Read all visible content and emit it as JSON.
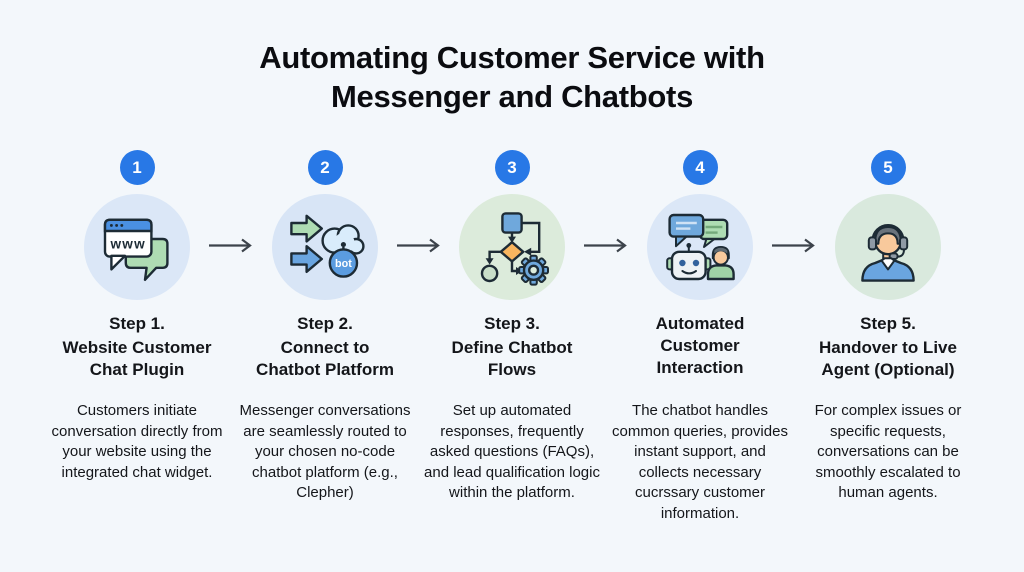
{
  "title": "Automating Customer Service with Messenger and Chatbots",
  "colors": {
    "background": "#f3f7fb",
    "badge": "#2878e6",
    "badge_text": "#ffffff",
    "arrow": "#3c434b",
    "heading_text": "#0b0c10",
    "body_text": "#14161a",
    "icon_outline": "#1d2b35",
    "icon_blue": "#4a90e2",
    "icon_green": "#aedcb3"
  },
  "steps": [
    {
      "number": "1",
      "step_label": "Step 1.",
      "step_name": "Website Customer Chat Plugin",
      "description": "Customers initiate conversation directly from your website using the integrated chat widget.",
      "icon": "website-chat-icon",
      "icon_text": "www",
      "icon_bg": "#dbe7f7"
    },
    {
      "number": "2",
      "step_label": "Step 2.",
      "step_name": "Connect to Chatbot Platform",
      "description": "Messenger conversations are seamlessly routed to your chosen no-code chatbot platform (e.g., Clepher)",
      "icon": "arrows-to-cloud-bot-icon",
      "icon_text": "bot",
      "icon_bg": "#d8e5f6"
    },
    {
      "number": "3",
      "step_label": "Step 3.",
      "step_name": "Define Chatbot Flows",
      "description": "Set up automated responses, frequently asked questions (FAQs), and lead qualification logic within the platform.",
      "icon": "flowchart-gear-icon",
      "icon_text": "",
      "icon_bg": "#dcebdb"
    },
    {
      "number": "4",
      "step_label": "",
      "step_name": "Automated Customer Interaction",
      "description": "The chatbot handles common queries, provides instant support, and collects necessary cucrssary customer information.",
      "icon": "bot-human-chat-icon",
      "icon_text": "",
      "icon_bg": "#dbe7f7"
    },
    {
      "number": "5",
      "step_label": "Step 5.",
      "step_name": "Handover to Live Agent (Optional)",
      "description": "For complex issues or specific requests, conversations can be smoothly escalated to human agents.",
      "icon": "support-agent-headset-icon",
      "icon_text": "",
      "icon_bg": "#d9e9dd"
    }
  ]
}
